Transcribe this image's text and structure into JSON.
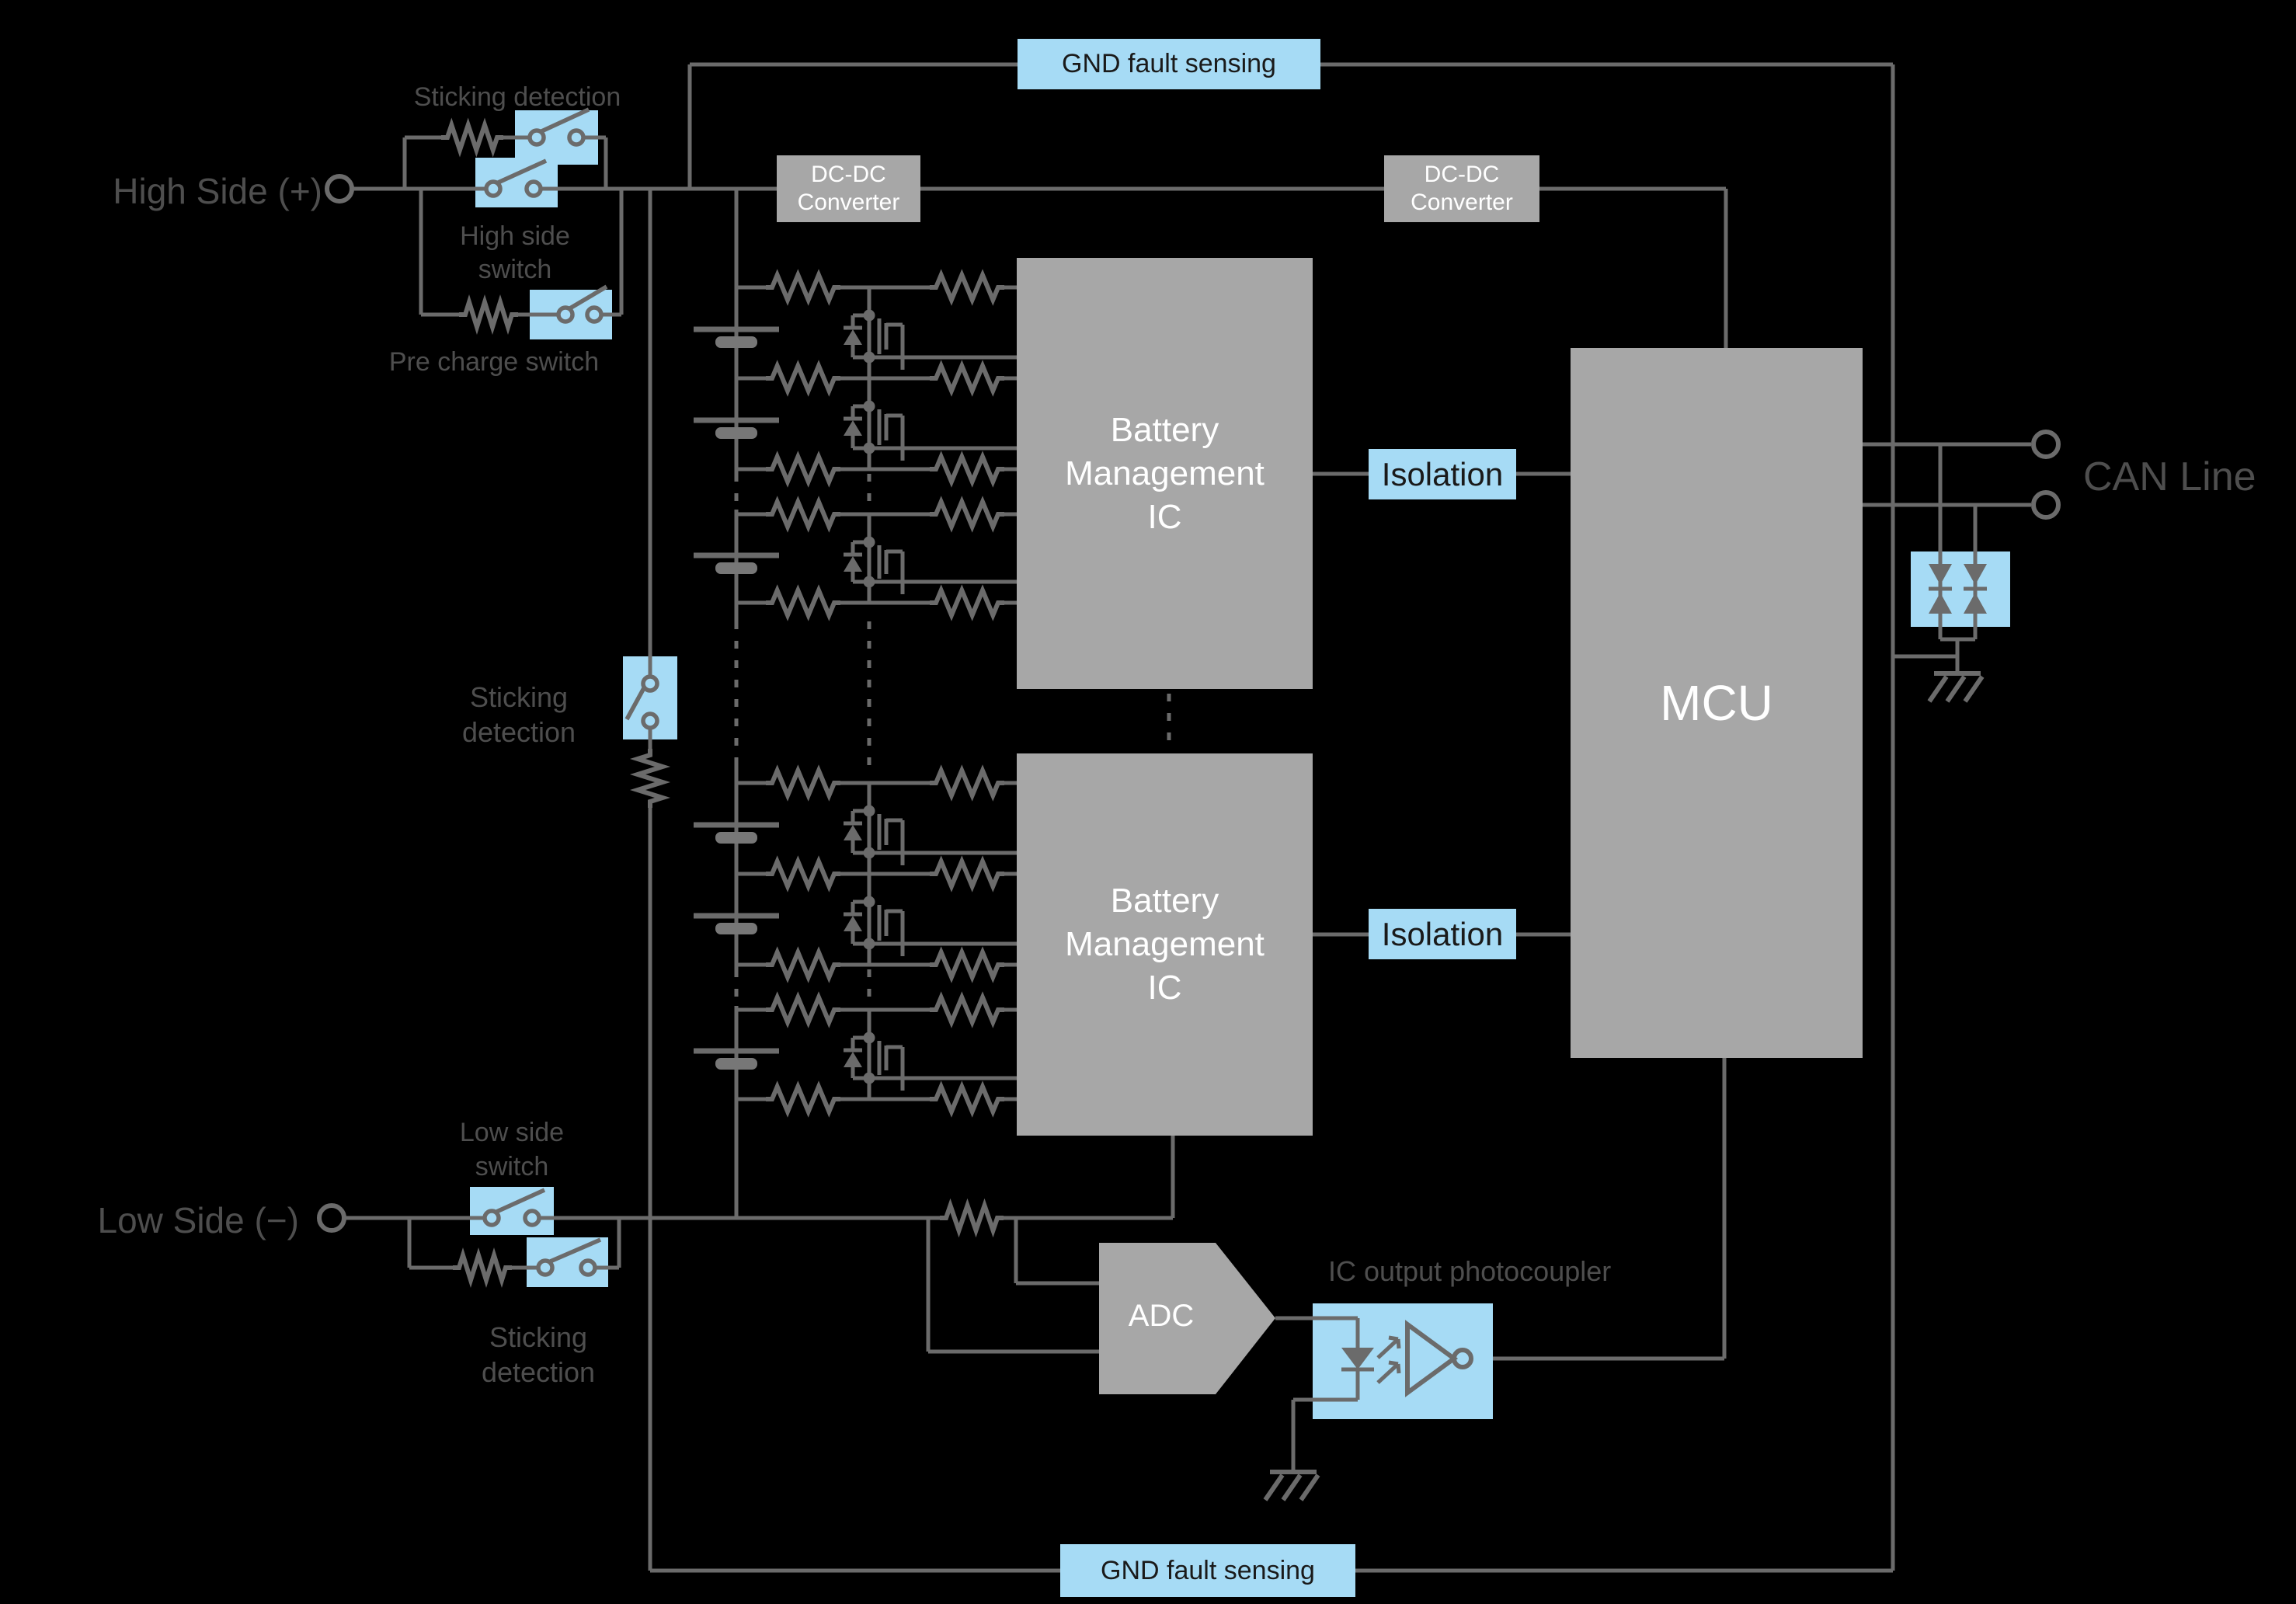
{
  "colors": {
    "background": "#000000",
    "wire": "#6b6b6b",
    "component_blue": "#a6dbf5",
    "block_gray": "#a7a7a7",
    "label_gray": "#4e4e4e",
    "dark_text": "#1a1a1a",
    "white_text": "#ffffff"
  },
  "terminals": {
    "high_side": "High Side (+)",
    "low_side": "Low Side (−)",
    "can_line": "CAN Line"
  },
  "labels": {
    "sticking_top": "Sticking detection",
    "high_side_switch": [
      "High side",
      "switch"
    ],
    "pre_charge": "Pre charge switch",
    "sticking_mid": [
      "Sticking",
      "detection"
    ],
    "low_side_switch": [
      "Low side",
      "switch"
    ],
    "sticking_low": [
      "Sticking",
      "detection"
    ],
    "photocoupler": "IC output photocoupler"
  },
  "blocks": {
    "gnd_fault_top": "GND fault sensing",
    "gnd_fault_bottom": "GND fault sensing",
    "dcdc": [
      "DC-DC",
      "Converter"
    ],
    "bmic": [
      "Battery",
      "Management",
      "IC"
    ],
    "isolation_top": "Isolation",
    "isolation_bottom": "Isolation",
    "mcu": "MCU",
    "adc": "ADC"
  }
}
